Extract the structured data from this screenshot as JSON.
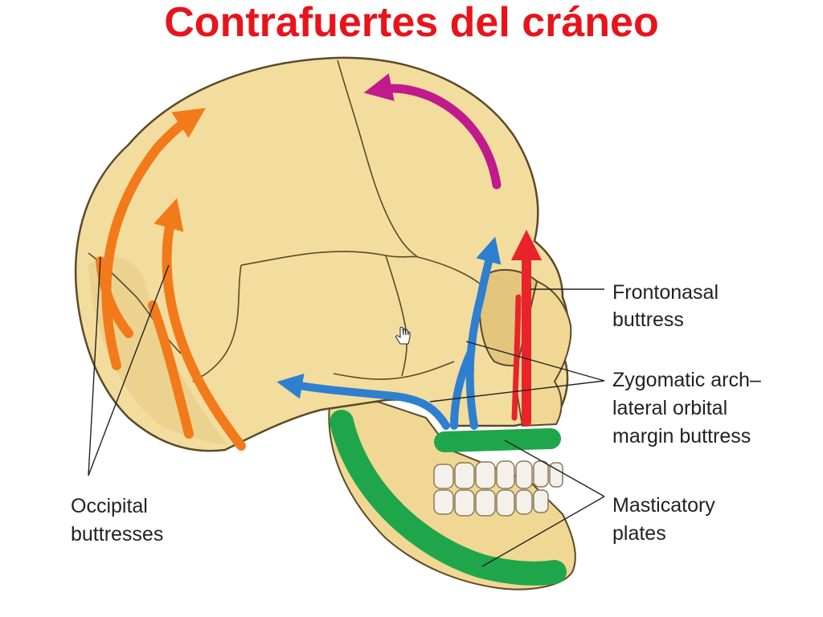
{
  "title": "Contrafuertes del cráneo",
  "labels": {
    "frontonasal": [
      "Frontonasal",
      "buttress"
    ],
    "zygomatic": [
      "Zygomatic arch–",
      "lateral orbital",
      "margin buttress"
    ],
    "masticatory": [
      "Masticatory",
      "plates"
    ],
    "occipital": [
      "Occipital",
      "buttresses"
    ]
  },
  "colors": {
    "title": "#e8141b",
    "bone": "#f3dd9e",
    "bone_shadow": "#d7bd79",
    "outline": "#5b4a2a",
    "occipital": "#f27a1a",
    "frontonasal": "#e8242a",
    "zygomatic": "#2f7fd0",
    "masticatory": "#1fa64a",
    "parietal": "#c01a8c",
    "teeth": "#f4f1ea"
  }
}
